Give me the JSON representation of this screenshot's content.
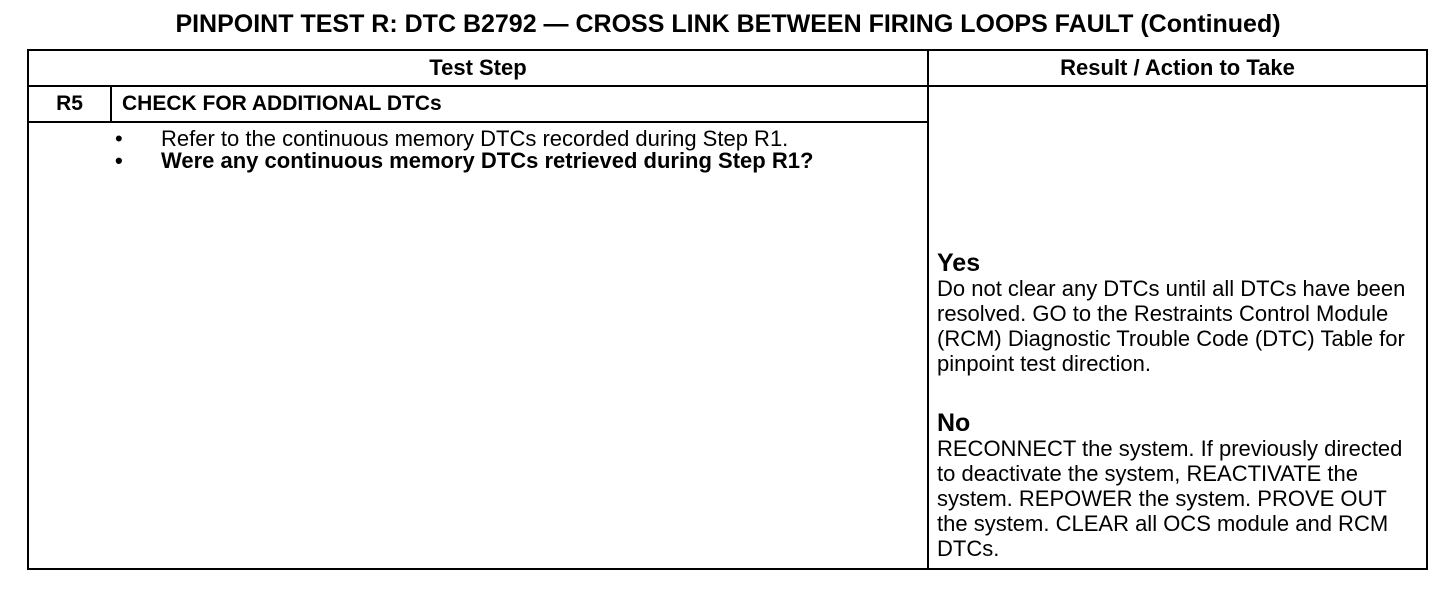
{
  "title": "PINPOINT TEST R: DTC B2792 — CROSS LINK BETWEEN FIRING LOOPS FAULT (Continued)",
  "table": {
    "header_test_step": "Test Step",
    "header_result": "Result / Action to Take",
    "step": {
      "id": "R5",
      "title": "CHECK FOR ADDITIONAL DTCs",
      "bullet_marker": "•",
      "bullets": [
        "Refer to the continuous memory DTCs recorded during Step R1.",
        "Were any continuous memory DTCs retrieved during Step R1?"
      ]
    },
    "results": [
      {
        "label": "Yes",
        "text": "Do not clear any DTCs until all DTCs have been resolved. GO to the Restraints Control Module (RCM) Diagnostic Trouble Code (DTC) Table for pinpoint test direction."
      },
      {
        "label": "No",
        "text": "RECONNECT the system. If previously directed to deactivate the system, REACTIVATE the system. REPOWER the system. PROVE OUT the system. CLEAR all OCS module and RCM DTCs."
      }
    ]
  }
}
